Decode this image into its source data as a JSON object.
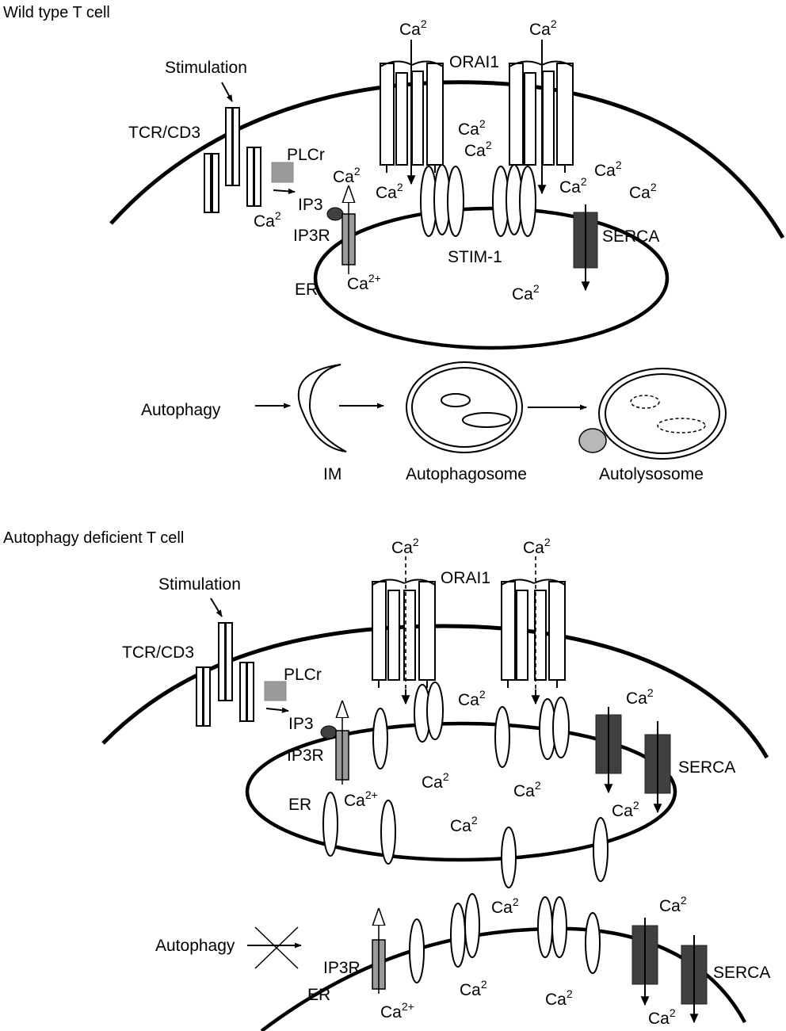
{
  "panel_top": {
    "title": "Wild type T cell",
    "labels": {
      "stimulation": "Stimulation",
      "tcr": "TCR/CD3",
      "plc": "PLCr",
      "ip3": "IP3",
      "ip3r": "IP3R",
      "er": "ER",
      "orai": "ORAI1",
      "stim": "STIM-1",
      "serca": "SERCA",
      "ca": "Ca",
      "sup2": "2",
      "sup2plus": "2+"
    },
    "autophagy": {
      "label": "Autophagy",
      "im": "IM",
      "autophagosome": "Autophagosome",
      "autolysosome": "Autolysosome"
    }
  },
  "panel_bottom": {
    "title": "Autophagy deficient T cell",
    "labels": {
      "stimulation": "Stimulation",
      "tcr": "TCR/CD3",
      "plc": "PLCr",
      "ip3": "IP3",
      "ip3r": "IP3R",
      "er": "ER",
      "orai": "ORAI1",
      "serca": "SERCA",
      "ca": "Ca",
      "sup2": "2",
      "sup2plus": "2+"
    },
    "autophagy": {
      "label": "Autophagy",
      "ip3r": "IP3R",
      "er": "ER",
      "serca": "SERCA"
    }
  },
  "colors": {
    "serca": "#404040",
    "ip3r": "#9a9a9a",
    "plc": "#9a9a9a"
  }
}
